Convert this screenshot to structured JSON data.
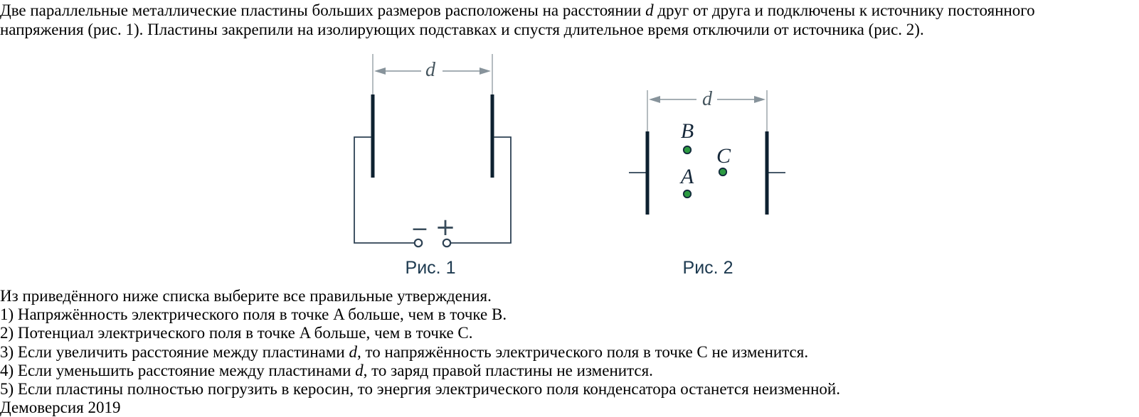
{
  "intro": {
    "line1": {
      "pre": "Две параллельные металлические пластины больших размеров расположены на расстоянии ",
      "var": "d",
      "post": " друг от друга и подключены к источнику постоянного"
    },
    "line2": "напряжения (рис. 1). Пластины закрепили на изолирующих подставках и спустя длительное время отключили от источника (рис. 2)."
  },
  "figure1": {
    "caption": "Рис. 1",
    "distance_label": "d",
    "minus_label": "−",
    "plus_label": "+"
  },
  "figure2": {
    "caption": "Рис. 2",
    "distance_label": "d",
    "points": [
      {
        "label": "B"
      },
      {
        "label": "A"
      },
      {
        "label": "C"
      }
    ]
  },
  "question": {
    "prompt": "Из приведённого ниже списка выберите все правильные утверждения.",
    "statements": [
      {
        "pre": "1) Напряжённость электрического поля в точке A больше, чем в точке B.",
        "var": "",
        "post": ""
      },
      {
        "pre": "2) Потенциал электрического поля в точке A больше, чем в точке C.",
        "var": "",
        "post": ""
      },
      {
        "pre": "3) Если увеличить расстояние между пластинами ",
        "var": "d",
        "post": ", то напряжённость электрического поля в точке C не изменится."
      },
      {
        "pre": "4) Если уменьшить расстояние между пластинами ",
        "var": "d",
        "post": ", то заряд правой пластины не изменится."
      },
      {
        "pre": "5) Если пластины полностью погрузить в керосин, то энергия электрического поля конденсатора останется неизменной.",
        "var": "",
        "post": ""
      }
    ],
    "footer": "Демоверсия 2019"
  },
  "colors": {
    "text": "#000000",
    "plate": "#0d2130",
    "wire": "#2e4254",
    "arrow_gray": "#87939b",
    "point_green": "#2c9a41",
    "point_stroke": "#12293b",
    "caption": "#1d3a50"
  }
}
